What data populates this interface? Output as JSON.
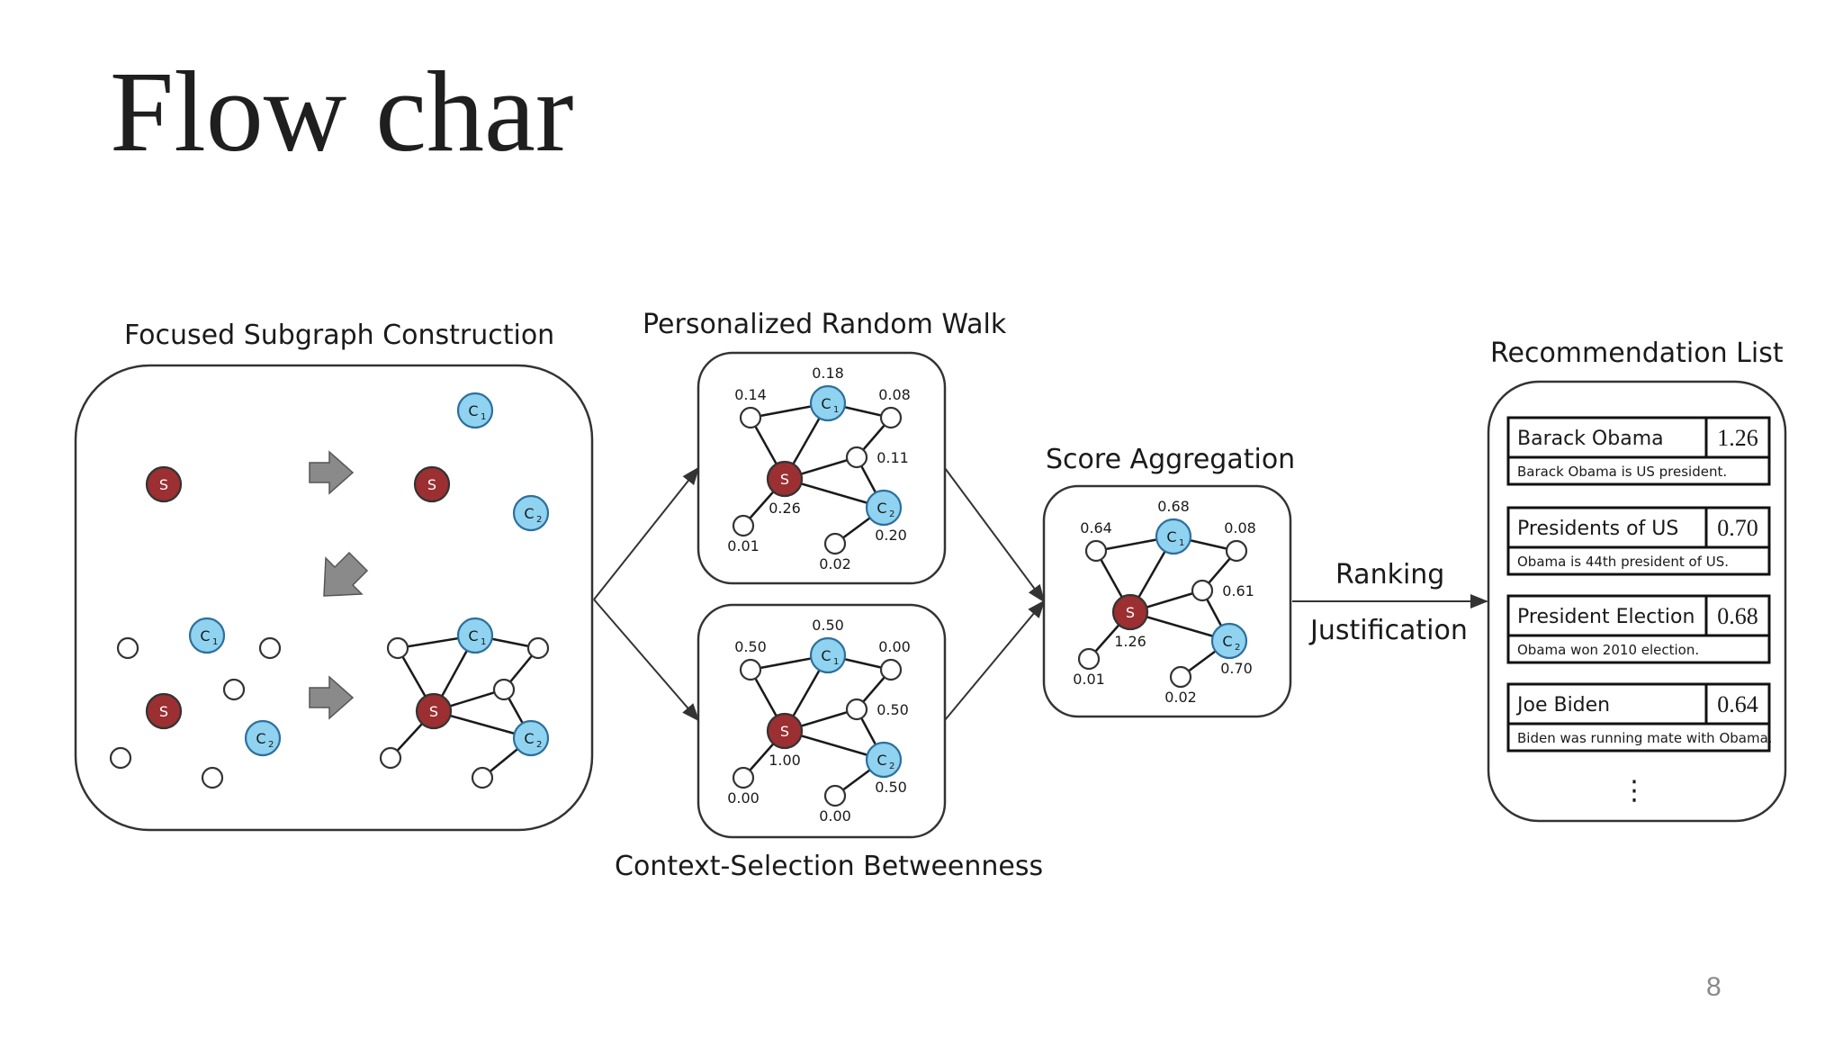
{
  "slide": {
    "title": "Flow char",
    "page_number": "8"
  },
  "diagram": {
    "sections": {
      "focused": "Focused Subgraph Construction",
      "prw": "Personalized Random Walk",
      "csb": "Context-Selection Betweenness",
      "agg": "Score Aggregation",
      "rec": "Recommendation List"
    },
    "edge_labels": {
      "ranking": "Ranking",
      "justification": "Justification"
    },
    "node_labels": {
      "s": "S",
      "c": "C",
      "c1_sub": "1",
      "c2_sub": "2"
    },
    "prw_scores": {
      "c1": "0.18",
      "top_left": "0.14",
      "top_right": "0.08",
      "mid_right": "0.11",
      "s": "0.26",
      "c2": "0.20",
      "bottom_left": "0.01",
      "bottom_mid": "0.02"
    },
    "csb_scores": {
      "c1": "0.50",
      "top_left": "0.50",
      "top_right": "0.00",
      "mid_right": "0.50",
      "s": "1.00",
      "c2": "0.50",
      "bottom_left": "0.00",
      "bottom_mid": "0.00"
    },
    "agg_scores": {
      "c1": "0.68",
      "top_left": "0.64",
      "top_right": "0.08",
      "mid_right": "0.61",
      "s": "1.26",
      "c2": "0.70",
      "bottom_left": "0.01",
      "bottom_mid": "0.02"
    },
    "recommendations": [
      {
        "name": "Barack Obama",
        "score": "1.26",
        "justification": "Barack Obama is US president."
      },
      {
        "name": "Presidents of US",
        "score": "0.70",
        "justification": "Obama is 44th president of US."
      },
      {
        "name": "President Election",
        "score": "0.68",
        "justification": "Obama won 2010 election."
      },
      {
        "name": "Joe Biden",
        "score": "0.64",
        "justification": "Biden was running mate with Obama."
      }
    ],
    "more_indicator": "⋮",
    "colors": {
      "source": "#9b2f31",
      "candidate": "#8fd3f0",
      "arrow": "#8a8a8a"
    }
  }
}
